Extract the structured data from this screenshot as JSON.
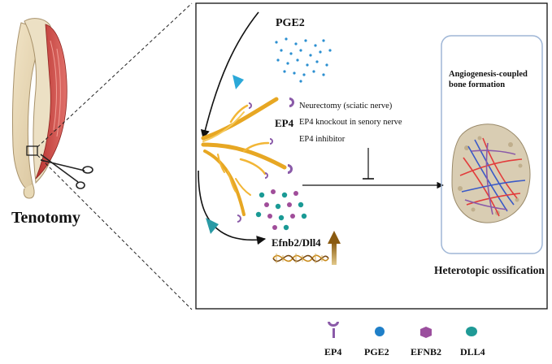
{
  "labels": {
    "tenotomy": "Tenotomy",
    "pge2": "PGE2",
    "ep4": "EP4",
    "treatments": [
      "Neurectomy (sciatic nerve)",
      "EP4 knockout in senory nerve",
      "EP4 inhibitor"
    ],
    "efnb2_dll4": "Efnb2/Dll4",
    "angiogenesis": [
      "Angiogenesis-coupled",
      "bone formation"
    ],
    "heterotopic_ossification": "Heterotopic ossification"
  },
  "legend": [
    {
      "key": "ep4",
      "label": "EP4",
      "color": "#8a5aa8"
    },
    {
      "key": "pge2",
      "label": "PGE2",
      "color": "#1f7fc8"
    },
    {
      "key": "efnb2",
      "label": "EFNB2",
      "color": "#9b4f9e"
    },
    {
      "key": "dll4",
      "label": "DLL4",
      "color": "#1f9a96"
    }
  ],
  "colors": {
    "nerve": "#f2b636",
    "pge2_dot": "#2b8fd0",
    "efnb2": "#a04d9a",
    "dll4": "#1a9a95",
    "bone": "#c9b79c",
    "vessel_red": "#e23c3c",
    "vessel_blue": "#3a5ac8",
    "panel_border": "#9fb6d6",
    "up_arrow": "#a87a1f"
  }
}
